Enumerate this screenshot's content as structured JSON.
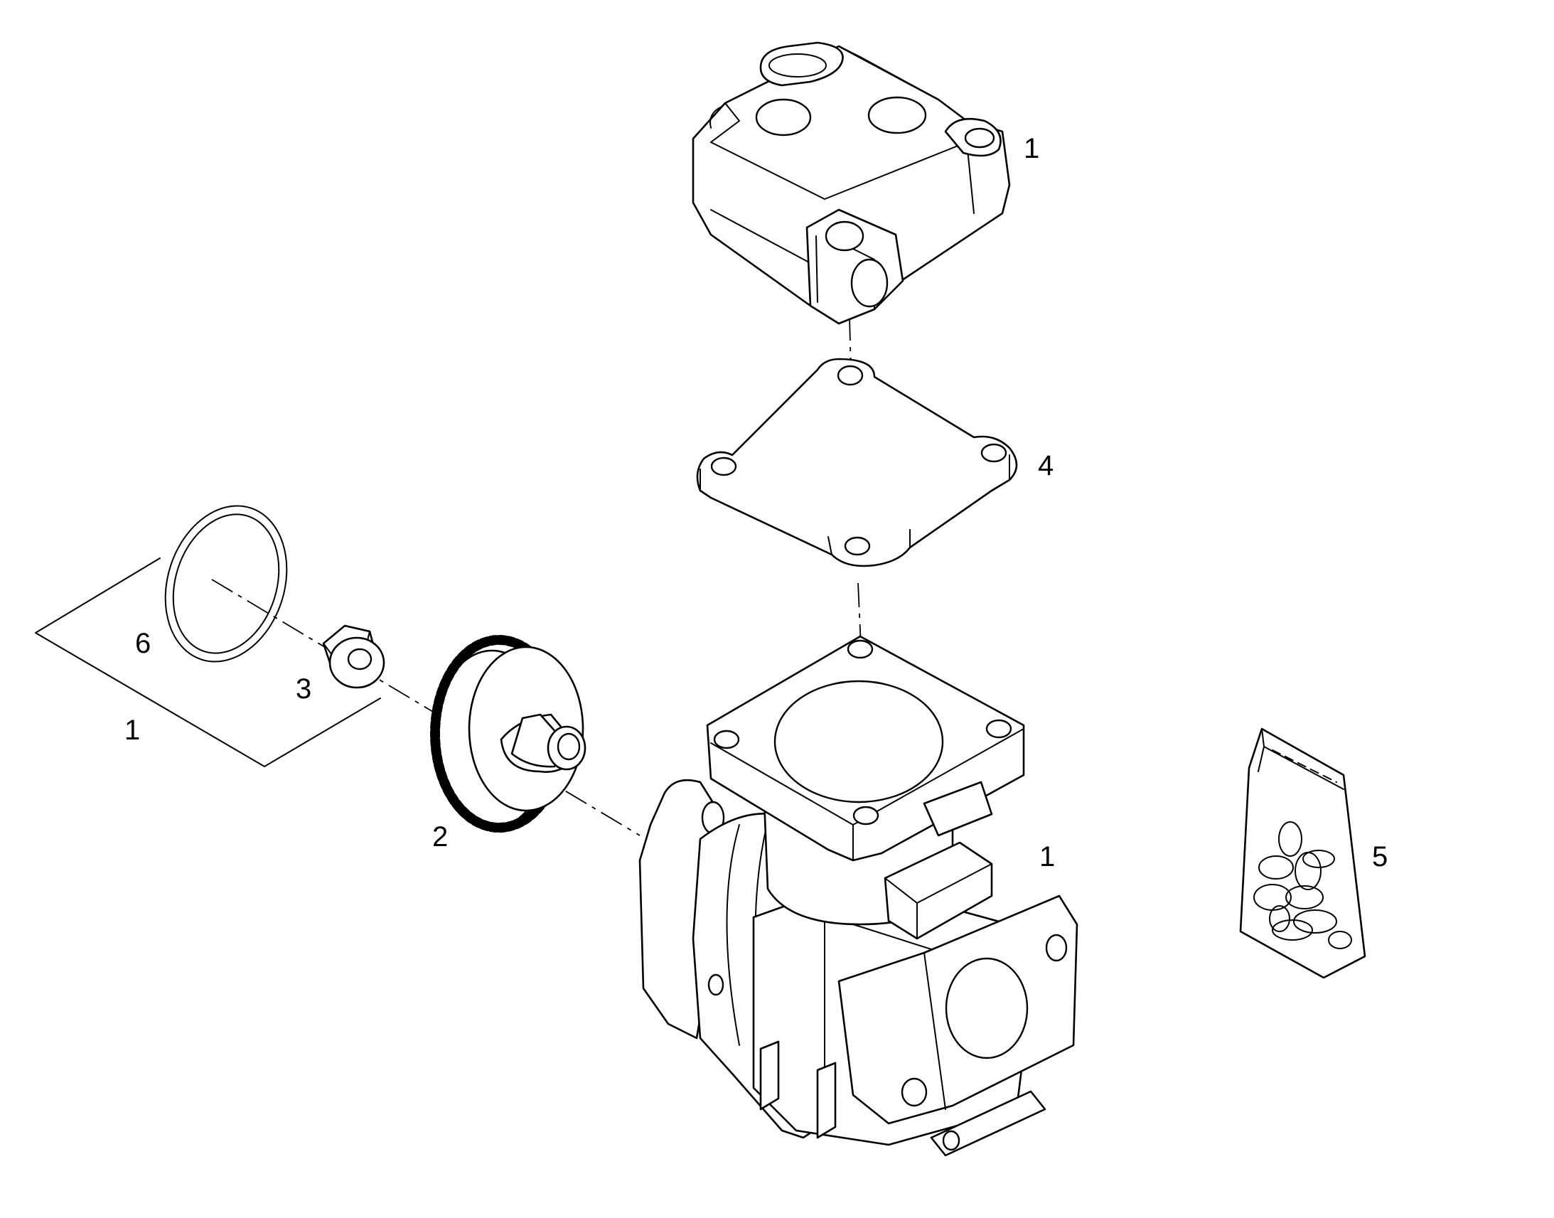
{
  "callouts": {
    "cover_top": "1",
    "group_left": "1",
    "pump_body": "1",
    "gear": "2",
    "nut": "3",
    "gasket": "4",
    "seal_kit": "5",
    "o_ring": "6"
  },
  "colors": {
    "line": "#000000",
    "paper": "#ffffff"
  }
}
